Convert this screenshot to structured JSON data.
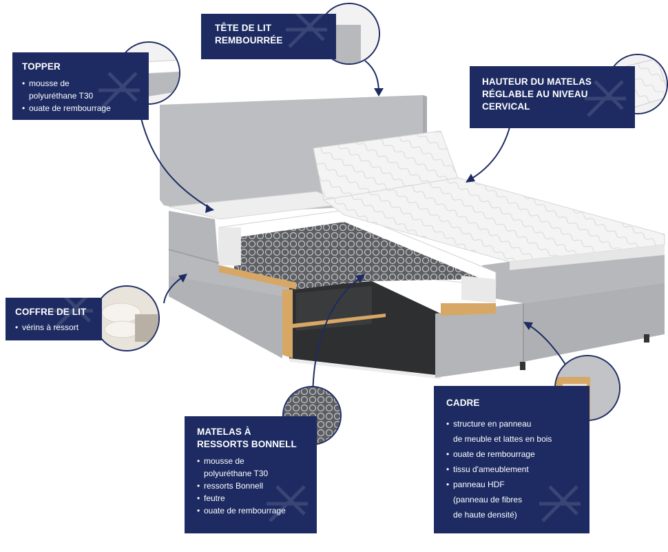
{
  "colors": {
    "navy": "#1d2b62",
    "fabric": "#b9bbbe",
    "mattress": "#f3f3f3",
    "wood": "#d7a766"
  },
  "icons": {
    "watermark": "crossed-lines-emblem-icon",
    "pointer": "curved-arrow-icon"
  },
  "callouts": {
    "topper": {
      "title": "TOPPER",
      "items": [
        "mousse de",
        "polyuréthane T30",
        "ouate de rembourrage"
      ]
    },
    "tete": {
      "title_line1": "TÊTE DE LIT",
      "title_line2": "REMBOURRÉE"
    },
    "hauteur": {
      "title_line1": "HAUTEUR DU MATELAS",
      "title_line2": "RÉGLABLE AU NIVEAU",
      "title_line3": "CERVICAL"
    },
    "coffre": {
      "title": "COFFRE DE LIT",
      "items": [
        "vérins à ressort"
      ]
    },
    "matelas": {
      "title_line1": "MATELAS À",
      "title_line2": "RESSORTS BONNELL",
      "items": [
        "mousse de",
        "polyuréthane T30",
        "ressorts Bonnell",
        "feutre",
        "ouate de rembourrage"
      ]
    },
    "cadre": {
      "title": "CADRE",
      "items": [
        "structure en panneau",
        "de meuble et lattes en bois",
        "ouate de rembourrage",
        "tissu d'ameublement",
        "panneau HDF",
        "(panneau de fibres",
        "de haute densité)"
      ]
    }
  }
}
